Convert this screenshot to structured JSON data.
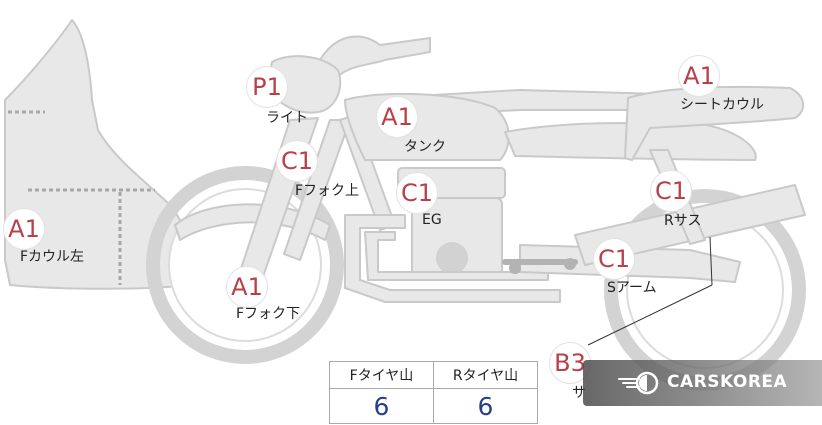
{
  "parts": [
    {
      "grade": "P1",
      "label": "ライト"
    },
    {
      "grade": "A1",
      "label": "タンク"
    },
    {
      "grade": "A1",
      "label": "シートカウル"
    },
    {
      "grade": "C1",
      "label": "Fフォク上"
    },
    {
      "grade": "C1",
      "label": "EG"
    },
    {
      "grade": "C1",
      "label": "Rサス"
    },
    {
      "grade": "A1",
      "label": "Fカウル左"
    },
    {
      "grade": "C1",
      "label": "Sアーム"
    },
    {
      "grade": "A1",
      "label": "Fフォク下"
    },
    {
      "grade": "B3",
      "label": "サ"
    }
  ],
  "tire_table": {
    "headers": [
      "Fタイヤ山",
      "Rタイヤ山"
    ],
    "values": [
      "6",
      "6"
    ]
  },
  "watermark": {
    "text": "CARSKOREA",
    "logo": "carskorea-logo"
  },
  "colors": {
    "body_fill": "#e8e8e8",
    "body_stroke": "#c9c9c9",
    "grade_text": "#b8404a",
    "value_text": "#2a3f86"
  }
}
